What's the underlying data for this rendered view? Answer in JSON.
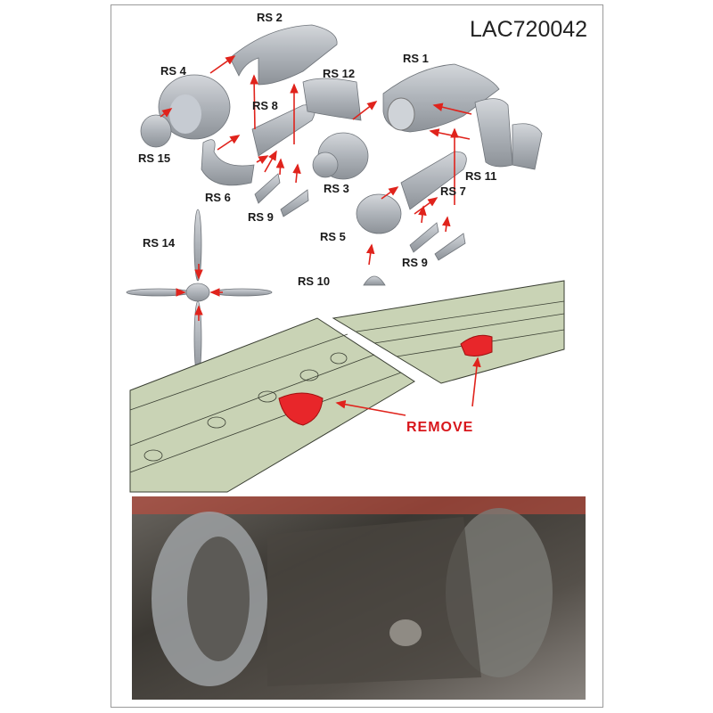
{
  "sheet": {
    "code": "LAC720042",
    "remove_label": "REMOVE"
  },
  "parts": {
    "rs1": "RS 1",
    "rs2": "RS 2",
    "rs3": "RS 3",
    "rs4": "RS 4",
    "rs5": "RS 5",
    "rs6": "RS 6",
    "rs7": "RS 7",
    "rs8": "RS 8",
    "rs9a": "RS 9",
    "rs9b": "RS 9",
    "rs10": "RS 10",
    "rs11": "RS 11",
    "rs12": "RS 12",
    "rs14": "RS 14",
    "rs15": "RS 15"
  },
  "colors": {
    "arrow": "#e0231c",
    "wing": "#c9d3b5",
    "remove_area": "#e8262a"
  }
}
